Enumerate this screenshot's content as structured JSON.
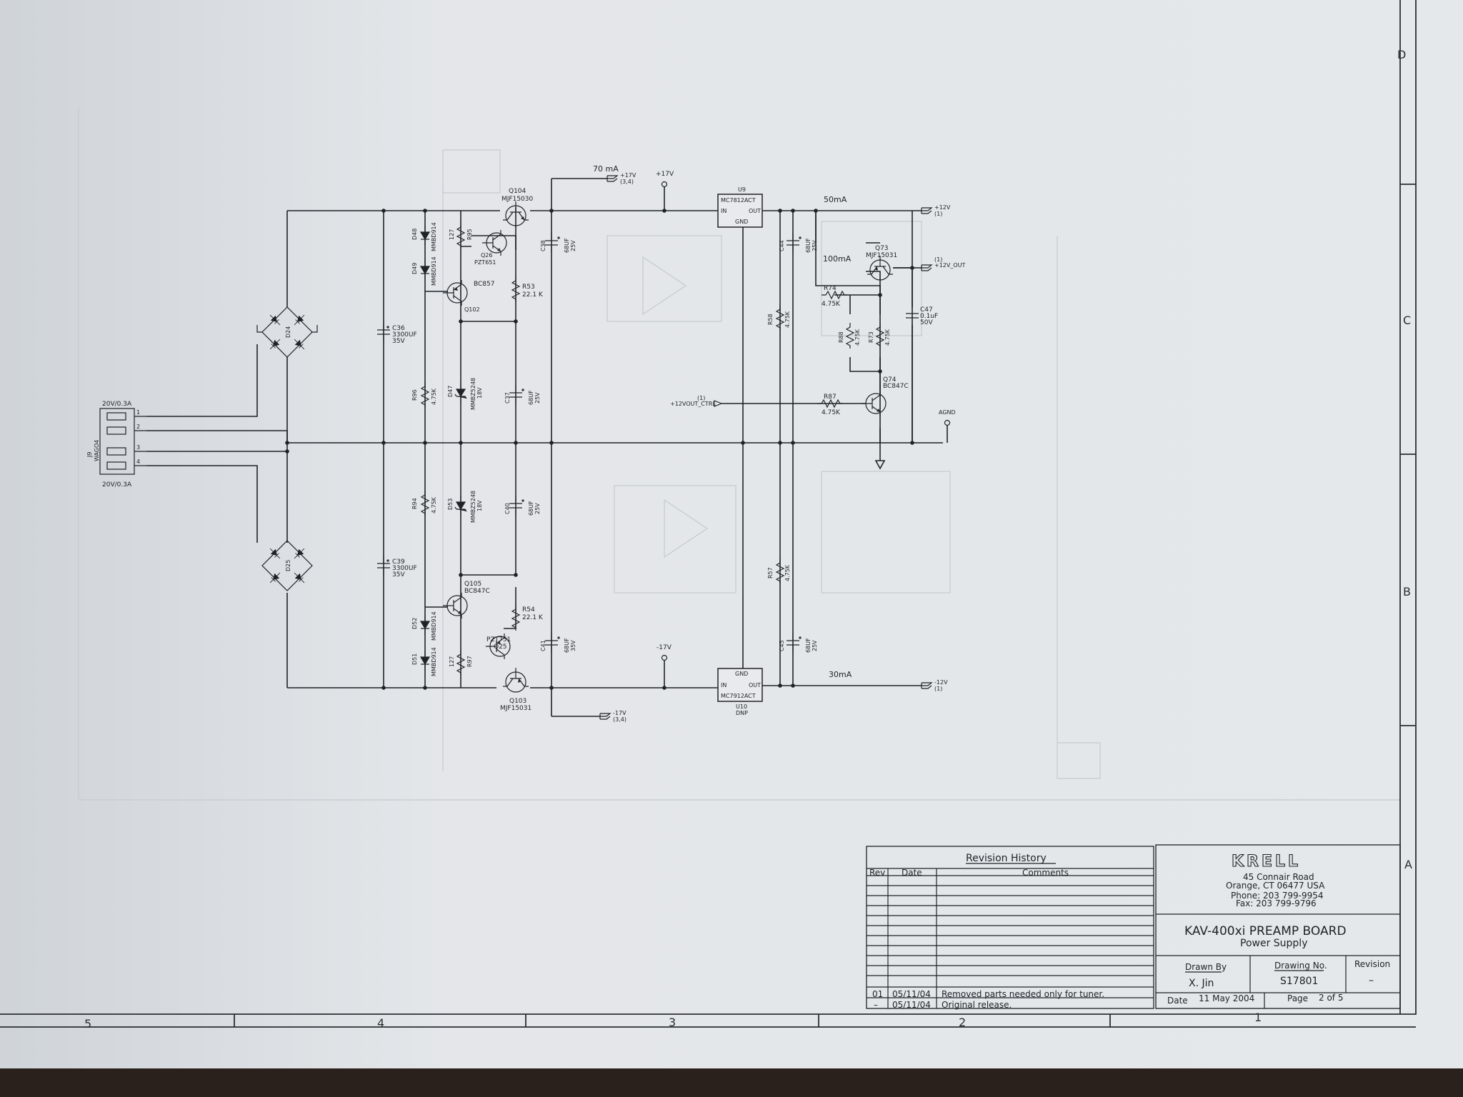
{
  "zones": {
    "bottom": [
      "5",
      "4",
      "3",
      "2",
      "1"
    ],
    "right": [
      "D",
      "C",
      "B",
      "A"
    ]
  },
  "connector": {
    "ref": "J9",
    "part": "WAGO4",
    "top_rating": "20V/0.3A",
    "bottom_rating": "20V/0.3A",
    "pins": [
      "1",
      "2",
      "3",
      "4"
    ]
  },
  "bridges": [
    {
      "ref": "D24"
    },
    {
      "ref": "D25"
    }
  ],
  "caps": {
    "c36": {
      "ref": "C36",
      "value": "3300UF",
      "voltage": "35V"
    },
    "c39": {
      "ref": "C39",
      "value": "3300UF",
      "voltage": "35V"
    },
    "c38": {
      "ref": "C38",
      "value": "68UF",
      "voltage": "25V"
    },
    "c37": {
      "ref": "C37",
      "value": "68UF",
      "voltage": "25V"
    },
    "c40": {
      "ref": "C40",
      "value": "68UF",
      "voltage": "25V"
    },
    "c41": {
      "ref": "C41",
      "value": "68UF",
      "voltage": "35V"
    },
    "c44": {
      "ref": "C44",
      "value": "68UF",
      "voltage": "25V"
    },
    "c45": {
      "ref": "C45",
      "value": "68UF",
      "voltage": "25V"
    },
    "c47": {
      "ref": "C47",
      "value": "0.1uF",
      "voltage": "50V"
    }
  },
  "diodes": {
    "d48": {
      "ref": "D48",
      "part": "MMBD914"
    },
    "d49": {
      "ref": "D49",
      "part": "MMBD914"
    },
    "d52": {
      "ref": "D52",
      "part": "MMBD914"
    },
    "d51": {
      "ref": "D51",
      "part": "MMBD914"
    },
    "d47": {
      "ref": "D47",
      "part": "MMBZ5248",
      "voltage": "18V"
    },
    "d53": {
      "ref": "D53",
      "part": "MMBZ5248",
      "voltage": "18V"
    }
  },
  "resistors": {
    "r95": {
      "ref": "R95",
      "value": "127"
    },
    "r97": {
      "ref": "R97",
      "value": "127"
    },
    "r53": {
      "ref": "R53",
      "value": "22.1 K"
    },
    "r54": {
      "ref": "R54",
      "value": "22.1 K"
    },
    "r96": {
      "ref": "R96",
      "value": "4.75K"
    },
    "r94": {
      "ref": "R94",
      "value": "4.75K"
    },
    "r58": {
      "ref": "R58",
      "value": "4.75K"
    },
    "r57": {
      "ref": "R57",
      "value": "4.75K"
    },
    "r74": {
      "ref": "R74",
      "value": "4.75K"
    },
    "r88": {
      "ref": "R88",
      "value": "4.75K"
    },
    "r73": {
      "ref": "R73",
      "value": "4.75K"
    },
    "r87": {
      "ref": "R87",
      "value": "4.75K"
    }
  },
  "transistors": {
    "q104": {
      "ref": "Q104",
      "part": "MJF15030"
    },
    "q26": {
      "ref": "Q26",
      "part": "PZT651"
    },
    "q102": {
      "ref": "Q102",
      "part": "BC857"
    },
    "q105": {
      "ref": "Q105",
      "part": "BC847C"
    },
    "q25": {
      "ref": "Q25",
      "part": "PZT751"
    },
    "q103": {
      "ref": "Q103",
      "part": "MJF15031"
    },
    "q73": {
      "ref": "Q73",
      "part": "MJF15031"
    },
    "q74": {
      "ref": "Q74",
      "part": "BC847C"
    }
  },
  "regulators": {
    "u9": {
      "ref": "U9",
      "part": "MC7812ACT",
      "in": "IN",
      "out": "OUT",
      "gnd": "GND"
    },
    "u10": {
      "ref": "U10",
      "part": "MC7912ACT",
      "in": "IN",
      "out": "OUT",
      "gnd": "GND",
      "note": "DNP"
    }
  },
  "nets": {
    "current_top": "70 mA",
    "p17v_out": "+17V",
    "p17v_out_pages": "(3,4)",
    "p17v": "+17V",
    "m17v": "-17V",
    "m17v_out": "-17V",
    "m17v_out_pages": "(3,4)",
    "current_50": "50mA",
    "p12v": "+12V",
    "p12v_page": "(1)",
    "current_100": "100mA",
    "p12v_out": "+12V_OUT",
    "p12v_out_page": "(1)",
    "ctrl": "+12VOUT_CTRL",
    "ctrl_page": "(1)",
    "agnd": "AGND",
    "current_30": "30mA",
    "m12v": "-12V",
    "m12v_page": "(1)"
  },
  "revision_history": {
    "title": "Revision History",
    "col_rev": "Rev",
    "col_date": "Date",
    "col_comments": "Comments",
    "rows": [
      {
        "rev": "01",
        "date": "05/11/04",
        "comment": "Removed parts needed only for tuner."
      },
      {
        "rev": "–",
        "date": "05/11/04",
        "comment": "Original release."
      }
    ]
  },
  "company": {
    "name": "KRELL",
    "address1": "45 Connair Road",
    "address2": "Orange, CT 06477   USA",
    "phone": "Phone: 203 799-9954",
    "fax": "Fax: 203 799-9796"
  },
  "title_block": {
    "title": "KAV-400xi PREAMP BOARD",
    "subtitle": "Power Supply",
    "drawn_by_label": "Drawn By",
    "drawn_by": "X. Jin",
    "drawing_no_label": "Drawing No.",
    "drawing_no": "S17801",
    "revision_label": "Revision",
    "revision": "–",
    "date_label": "Date",
    "date": "11 May 2004",
    "page_label": "Page",
    "page": "2 of 5"
  }
}
